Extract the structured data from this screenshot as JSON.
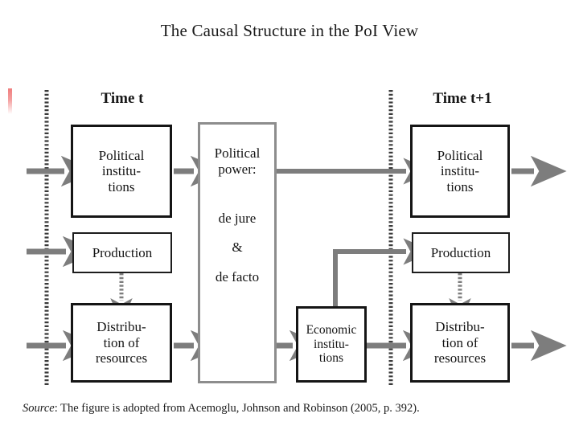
{
  "title": "The Causal Structure in the PoI View",
  "source": {
    "label": "Source",
    "separator": ":",
    "text": " The figure is adopted from Acemoglu, Johnson and Robinson (2005, p. 392)."
  },
  "eras": [
    {
      "name": "time-t",
      "label": "Time t"
    },
    {
      "name": "time-t-plus-1",
      "label": "Time t+1"
    }
  ],
  "boxes": {
    "political_institutions_t": {
      "line1": "Political",
      "line2": "institu-",
      "line3": "tions"
    },
    "production_t": {
      "line1": "Production"
    },
    "distribution_t": {
      "line1": "Distribu-",
      "line2": "tion of",
      "line3": "resources"
    },
    "political_power": {
      "line1": "Political",
      "line2": "power:",
      "line3": "de jure",
      "line4": "&",
      "line5": "de facto"
    },
    "economic_institutions": {
      "line1": "Economic",
      "line2": "institu-",
      "line3": "tions"
    },
    "political_institutions_t1": {
      "line1": "Political",
      "line2": "institu-",
      "line3": "tions"
    },
    "production_t1": {
      "line1": "Production"
    },
    "distribution_t1": {
      "line1": "Distribu-",
      "line2": "tion of",
      "line3": "resources"
    }
  },
  "colors": {
    "arrow_gray": "#7d7d7d",
    "box_border_dark": "#151515",
    "box_border_gray": "#8d8d8d",
    "divider_dotted": "#3a3a3a",
    "artifact_pink": "#f07e7e",
    "background": "#ffffff"
  },
  "diagram_meta": {
    "type": "flow-diagram",
    "divider_style": "dotted-vertical",
    "arrow_style_solid": "causal-link",
    "arrow_style_dotted": "dashed-influence"
  }
}
